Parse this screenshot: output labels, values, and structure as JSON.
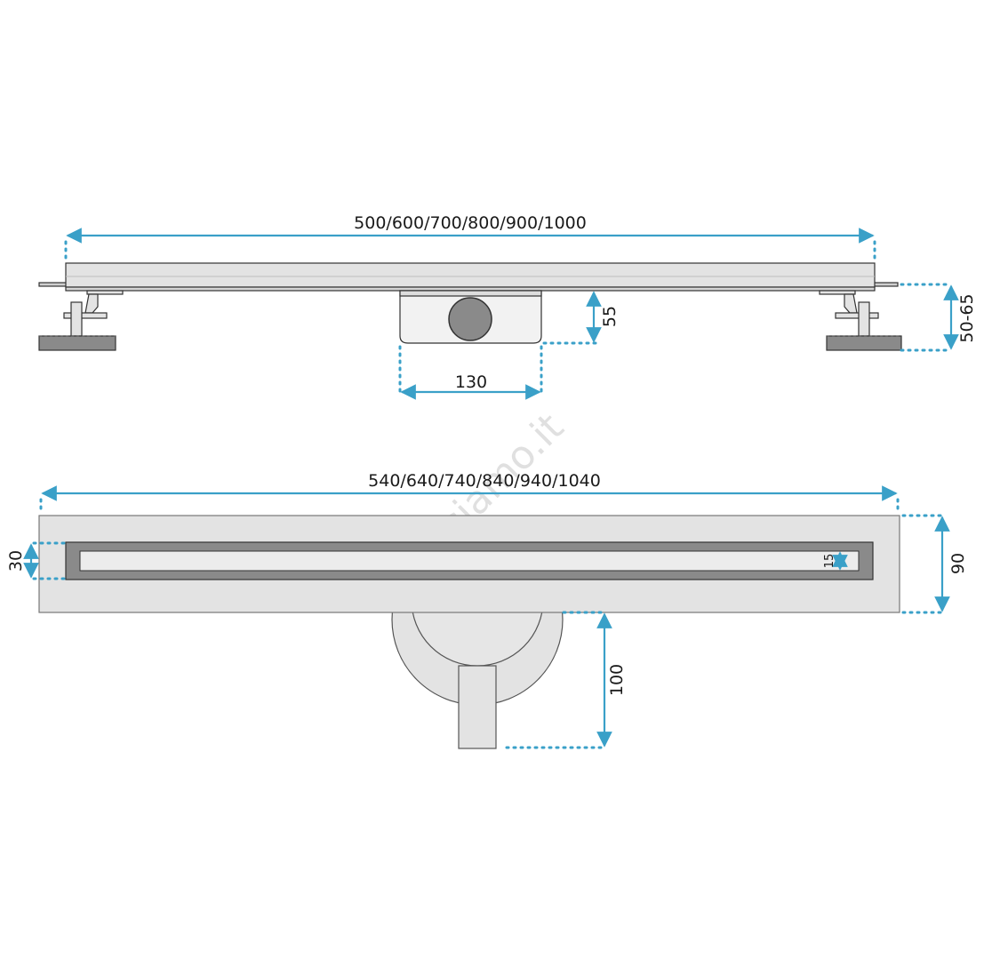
{
  "watermark": "luciamo.it",
  "colors": {
    "dimension": "#3aa0c8",
    "part_light": "#e3e3e3",
    "part_dark": "#8a8a8a",
    "outline": "#333333"
  },
  "side_view": {
    "length_label": "500/600/700/800/900/1000",
    "outlet_height_label": "55",
    "outlet_width_label": "130",
    "total_height_label": "50-65"
  },
  "top_view": {
    "length_label": "540/640/740/840/940/1040",
    "grate_width_label": "30",
    "slot_width_label": "15",
    "width_label": "90",
    "outlet_depth_label": "100"
  }
}
